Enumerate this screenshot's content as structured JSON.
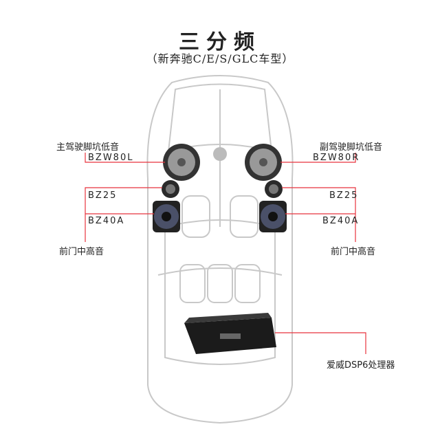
{
  "header": {
    "title": "三分频",
    "subtitle": "（新奔驰C/E/S/GLC车型）"
  },
  "left": {
    "woofer_label": "主驾驶脚坑低音",
    "woofer_model": "BZW80L",
    "tweeter_model": "BZ25",
    "mid_model": "BZ40A",
    "door_label": "前门中高音"
  },
  "right": {
    "woofer_label": "副驾驶脚坑低音",
    "woofer_model": "BZW80R",
    "tweeter_model": "BZ25",
    "mid_model": "BZ40A",
    "door_label": "前门中高音"
  },
  "dsp": {
    "label": "爱威DSP6处理器"
  },
  "colors": {
    "leader": "#e8323c",
    "outline": "#c8c8c8"
  }
}
